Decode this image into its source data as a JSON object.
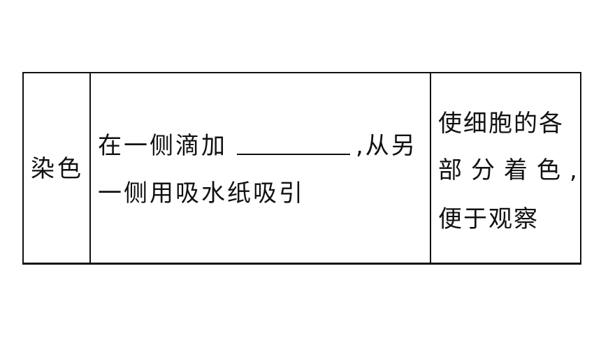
{
  "table": {
    "row": {
      "step": "染色",
      "method_line1_pre": "在一侧滴加",
      "method_line1_post": ",从另",
      "method_line2": "一侧用吸水纸吸引",
      "purpose_line1": "使细胞的各",
      "purpose_line2": "部分着色,",
      "purpose_line3": "便于观察"
    }
  }
}
